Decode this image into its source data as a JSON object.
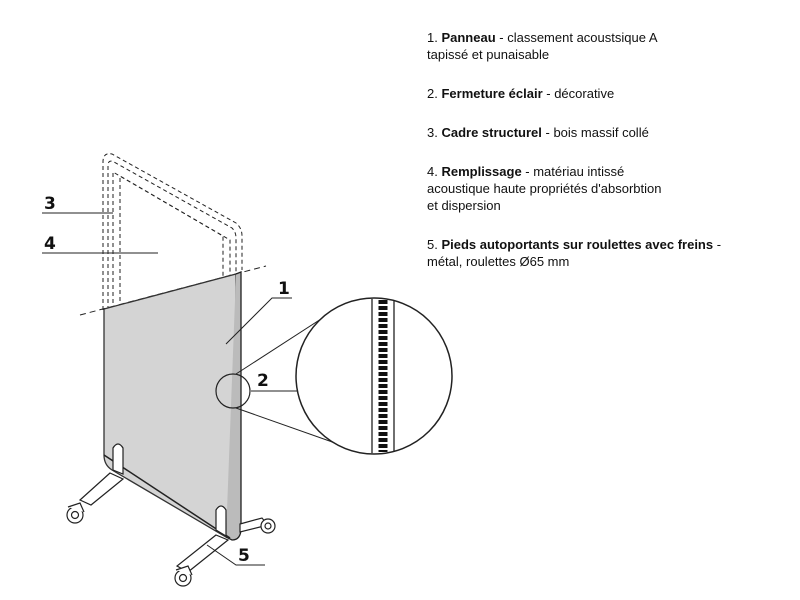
{
  "callouts": [
    "1",
    "2",
    "3",
    "4",
    "5"
  ],
  "legend": [
    {
      "num": "1.",
      "title": "Panneau",
      "desc": " - classement acoustsique A",
      "desc2": "tapissé et punaisable"
    },
    {
      "num": "2.",
      "title": "Fermeture éclair",
      "desc": " - décorative"
    },
    {
      "num": "3.",
      "title": "Cadre structurel",
      "desc": " - bois massif collé"
    },
    {
      "num": "4.",
      "title": "Remplissage",
      "desc": " - matériau intissé",
      "desc2": "acoustique haute propriétés d'absorbtion",
      "desc3": "et dispersion"
    },
    {
      "num": "5.",
      "title": "Pieds autoportants sur roulettes avec freins",
      "desc": " -",
      "desc2": "métal, roulettes Ø65 mm"
    }
  ]
}
